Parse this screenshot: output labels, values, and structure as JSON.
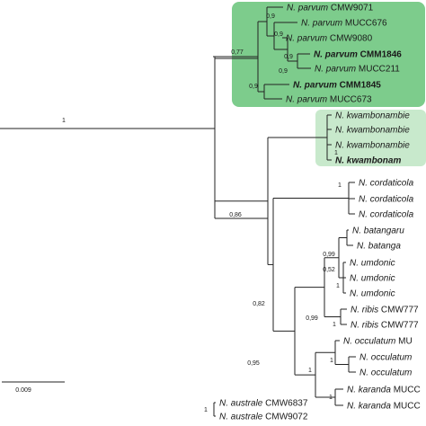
{
  "colors": {
    "clade_fill": "#7dcc8c",
    "clade_fill_light": "#c8e9cc",
    "line": "#222222"
  },
  "taxa": [
    {
      "species": "N. parvum",
      "strain": "CMW9071",
      "bold": false
    },
    {
      "species": "N. parvum",
      "strain": "MUCC676",
      "bold": false
    },
    {
      "species": "N. parvum",
      "strain": "CMW9080",
      "bold": false
    },
    {
      "species": "N. parvum",
      "strain": "CMM1846",
      "bold": true
    },
    {
      "species": "N. parvum",
      "strain": "MUCC211",
      "bold": false
    },
    {
      "species": "N. parvum",
      "strain": "CMM1845",
      "bold": true
    },
    {
      "species": "N. parvum",
      "strain": "MUCC673",
      "bold": false
    },
    {
      "species": "N. kwambonambie",
      "strain": "",
      "bold": false
    },
    {
      "species": "N. kwambonambie",
      "strain": "",
      "bold": false
    },
    {
      "species": "N. kwambonambie",
      "strain": "",
      "bold": false
    },
    {
      "species": "N. kwambonam",
      "strain": "",
      "bold": true
    },
    {
      "species": "N. cordaticola",
      "strain": "",
      "bold": false
    },
    {
      "species": "N. cordaticola",
      "strain": "",
      "bold": false
    },
    {
      "species": "N. cordaticola",
      "strain": "",
      "bold": false
    },
    {
      "species": "N. batangaru",
      "strain": "",
      "bold": false
    },
    {
      "species": "N. batanga",
      "strain": "",
      "bold": false
    },
    {
      "species": "N. umdonic",
      "strain": "",
      "bold": false
    },
    {
      "species": "N. umdonic",
      "strain": "",
      "bold": false
    },
    {
      "species": "N. umdonic",
      "strain": "",
      "bold": false
    },
    {
      "species": "N. ribis",
      "strain": "CMW777",
      "bold": false
    },
    {
      "species": "N. ribis",
      "strain": "CMW777",
      "bold": false
    },
    {
      "species": "N. occulatum",
      "strain": "MU",
      "bold": false
    },
    {
      "species": "N. occulatum",
      "strain": "",
      "bold": false
    },
    {
      "species": "N. occulatum",
      "strain": "",
      "bold": false
    },
    {
      "species": "N. karanda",
      "strain": "MUCC",
      "bold": false
    },
    {
      "species": "N. karanda",
      "strain": "MUCC",
      "bold": false
    },
    {
      "species": "N. australe",
      "strain": "CMW6837",
      "bold": false
    },
    {
      "species": "N. australe",
      "strain": "CMW9072",
      "bold": false
    }
  ],
  "support_values": [
    "0,9",
    "0,9",
    "0,77",
    "0,9",
    "0,9",
    "0,9",
    "1",
    "1",
    "0,86",
    "1",
    "0,99",
    "0,52",
    "1",
    "0,99",
    "0,82",
    "1",
    "0,95",
    "1",
    "1",
    "1",
    "1"
  ],
  "scale_bar": {
    "label": "0.009"
  }
}
